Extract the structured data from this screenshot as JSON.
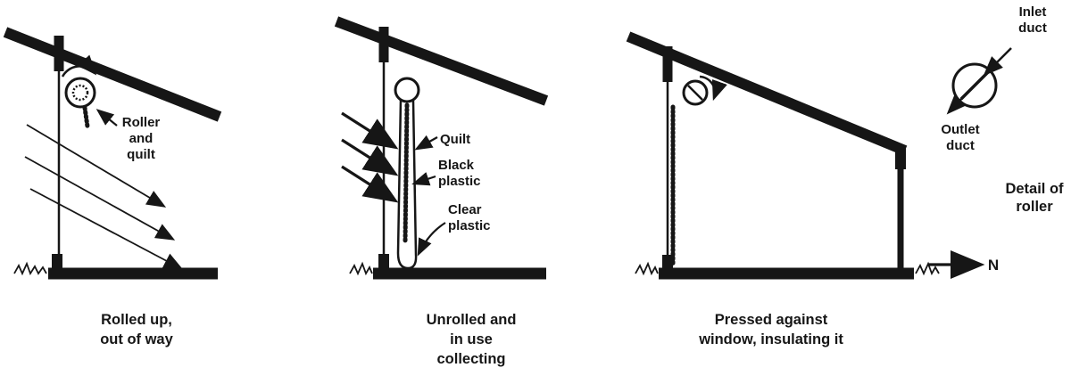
{
  "colors": {
    "ink": "#161616",
    "background": "#ffffff"
  },
  "panel_rolled": {
    "roller_label": [
      "Roller",
      "and",
      "quilt"
    ],
    "caption": [
      "Rolled up,",
      "out of way"
    ]
  },
  "panel_unrolled": {
    "quilt_label": "Quilt",
    "black_plastic_label": [
      "Black",
      "plastic"
    ],
    "clear_plastic_label": [
      "Clear",
      "plastic"
    ],
    "caption": [
      "Unrolled and",
      "in use",
      "collecting"
    ]
  },
  "panel_pressed": {
    "caption": [
      "Pressed against",
      "window, insulating it"
    ]
  },
  "roller_detail": {
    "inlet_label": [
      "Inlet",
      "duct"
    ],
    "outlet_label": [
      "Outlet",
      "duct"
    ],
    "caption": [
      "Detail of",
      "roller"
    ],
    "north_label": "N"
  }
}
